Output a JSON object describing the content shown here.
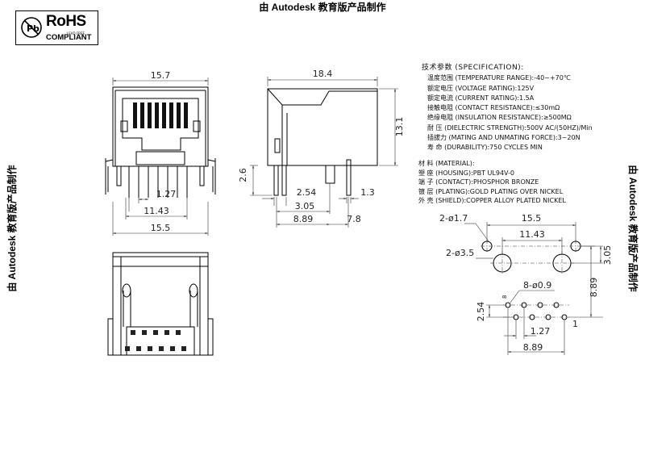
{
  "watermark": {
    "top": "由 Autodesk 教育版产品制作",
    "left": "由 Autodesk 教育版产品制作",
    "right": "由 Autodesk 教育版产品制作"
  },
  "logo": {
    "rohs": "RoHS",
    "lead_free": "LEAD FREE",
    "compliant": "COMPLIANT"
  },
  "dimensions": {
    "front_width_top": "15.7",
    "front_pitch": "1.27",
    "front_span": "11.43",
    "front_width_bottom": "15.5",
    "side_length": "18.4",
    "side_height": "13.1",
    "side_standoff": "2.6",
    "side_pin_2_54": "2.54",
    "side_1_3": "1.3",
    "side_3_05": "3.05",
    "side_8_89": "8.89",
    "side_7_8": "7.8",
    "fp_holes_small": "2-ø1.7",
    "fp_holes_large": "2-ø3.5",
    "fp_width": "15.5",
    "fp_span": "11.43",
    "fp_3_05": "3.05",
    "fp_pins": "8-ø0.9",
    "fp_8_89_v": "8.89",
    "fp_2_54": "2.54",
    "fp_pitch": "1.27",
    "fp_8_89_h": "8.89",
    "fp_pin1": "1",
    "fp_pin8": "8"
  },
  "spec": {
    "title": "技术参数 (SPECIFICATION):",
    "rows": [
      "温度范围 (TEMPERATURE RANGE):-40~+70℃",
      "额定电压 (VOLTAGE RATING):125V",
      "额定电流 (CURRENT RATING):1.5A",
      "接触电阻 (CONTACT RESISTANCE):≤30mΩ",
      "绝缘电阻 (INSULATION RESISTANCE):≥500MΩ",
      "耐    压 (DIELECTRIC STRENGTH):500V AC/(50HZ)/Min",
      "插拔力 (MATING AND UNMATING FORCE):3~20N",
      "寿    命 (DURABILITY):750 CYCLES MIN"
    ]
  },
  "material": {
    "title": "材 料 (MATERIAL):",
    "rows": [
      "塑    座 (HOUSING):PBT UL94V-0",
      "端    子 (CONTACT):PHOSPHOR BRONZE",
      "镀    层 (PLATING):GOLD PLATING OVER NICKEL",
      "外    壳 (SHIELD):COPPER ALLOY PLATED NICKEL"
    ]
  },
  "colors": {
    "line": "#000000",
    "dim_line": "#333333",
    "background": "#ffffff",
    "shade": "#555555"
  }
}
